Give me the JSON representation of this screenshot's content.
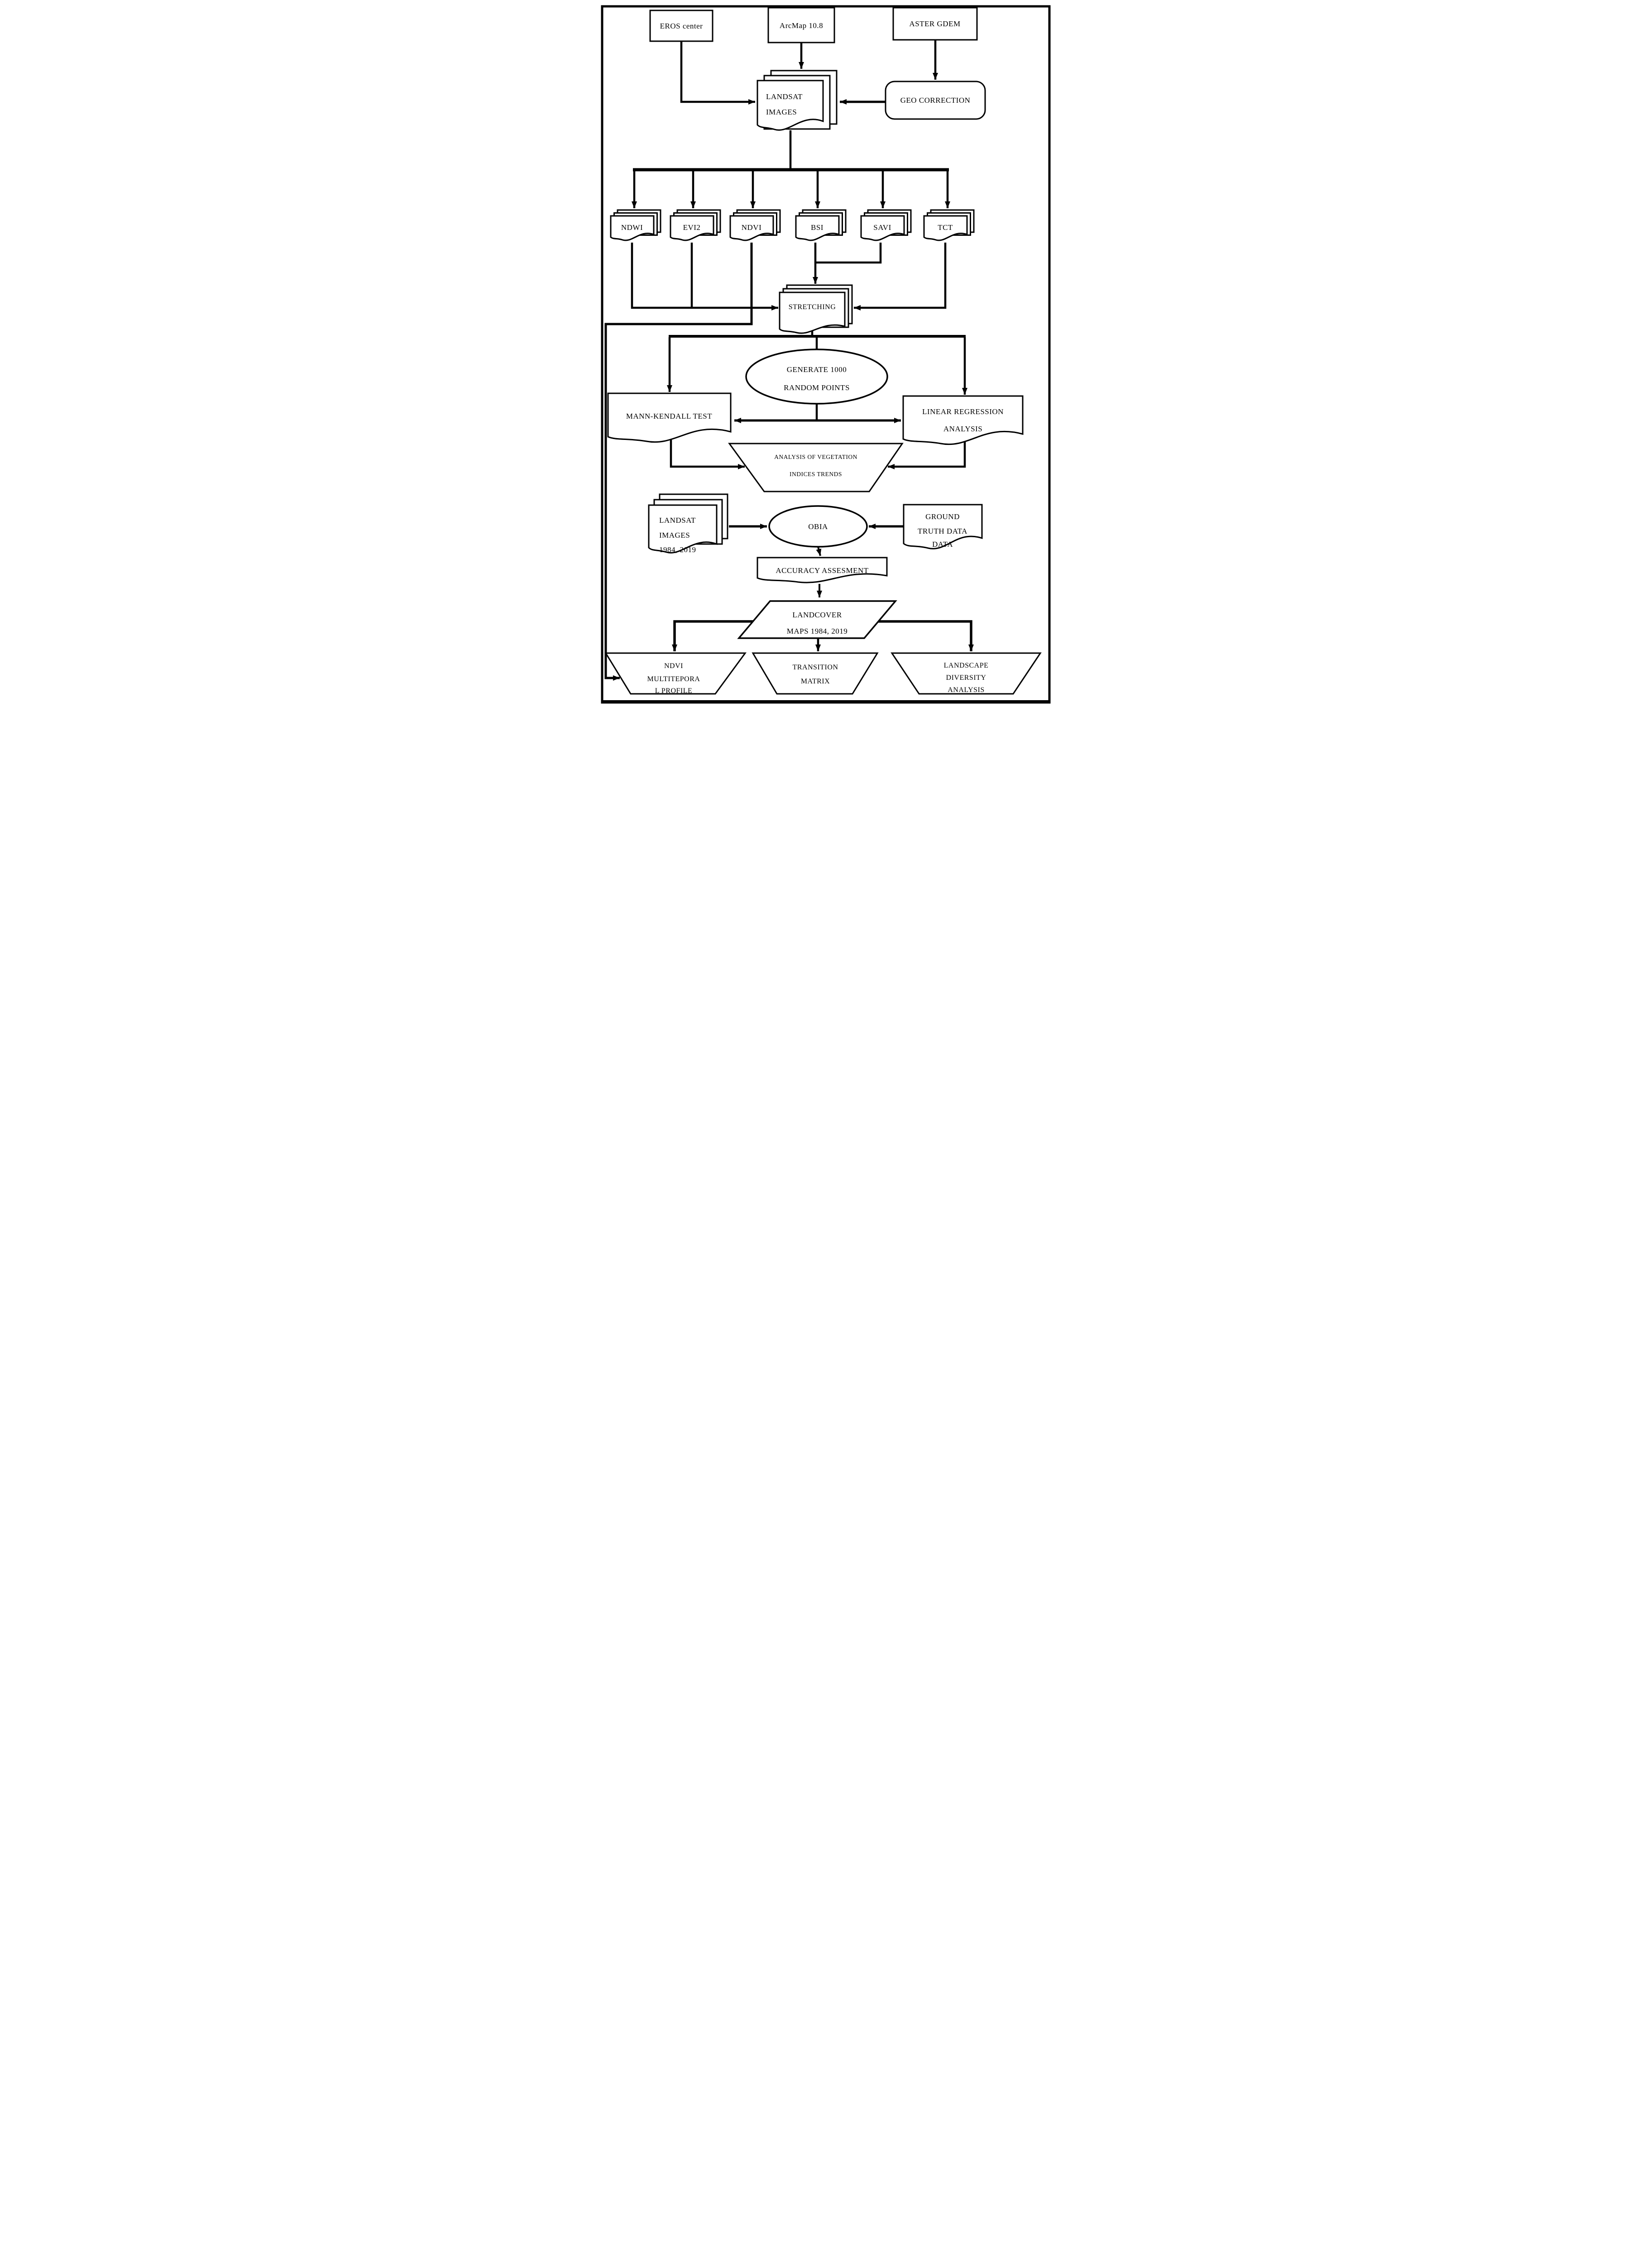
{
  "diagram": {
    "type": "flowchart",
    "colors": {
      "ink": "#000000",
      "paper": "#ffffff"
    },
    "nodes": {
      "eros_center": {
        "shape": "rectangle",
        "label": "EROS center"
      },
      "arcmap": {
        "shape": "rectangle",
        "label": "ArcMap 10.8"
      },
      "aster_gdem": {
        "shape": "rectangle",
        "label": "ASTER GDEM"
      },
      "landsat_images": {
        "shape": "document-stack",
        "line1": "LANDSAT",
        "line2": "IMAGES"
      },
      "geo_correction": {
        "shape": "rounded-rect",
        "label": "GEO CORRECTION"
      },
      "ndwi": {
        "shape": "document-stack",
        "label": "NDWI"
      },
      "evi2": {
        "shape": "document-stack",
        "label": "EVI2"
      },
      "ndvi": {
        "shape": "document-stack",
        "label": "NDVI"
      },
      "bsi": {
        "shape": "document-stack",
        "label": "BSI"
      },
      "savi": {
        "shape": "document-stack",
        "label": "SAVI"
      },
      "tct": {
        "shape": "document-stack",
        "label": "TCT"
      },
      "stretching": {
        "shape": "document-stack",
        "label": "STRETCHING"
      },
      "generate_points": {
        "shape": "ellipse",
        "line1": "GENERATE 1000",
        "line2": "RANDOM POINTS"
      },
      "mann_kendall": {
        "shape": "document",
        "label": "MANN-KENDALL TEST"
      },
      "linear_regression": {
        "shape": "document",
        "line1": "LINEAR REGRESSION",
        "line2": "ANALYSIS"
      },
      "vegetation_trends": {
        "shape": "trapezoid",
        "line1": "ANALYSIS OF VEGETATION",
        "line2": "INDICES TRENDS"
      },
      "landsat_1984_2019": {
        "shape": "document-stack",
        "line1": "LANDSAT",
        "line2": "IMAGES",
        "line3": "1984, 2019"
      },
      "obia": {
        "shape": "ellipse",
        "label": "OBIA"
      },
      "ground_truth": {
        "shape": "document",
        "line1": "GROUND",
        "line2": "TRUTH DATA",
        "line3": "DATA"
      },
      "accuracy_assessment": {
        "shape": "document",
        "label": "ACCURACY ASSESMENT"
      },
      "landcover_maps": {
        "shape": "parallelogram",
        "line1": "LANDCOVER",
        "line2": "MAPS 1984, 2019"
      },
      "ndvi_multitemporal_profile": {
        "shape": "trapezoid",
        "line1": "NDVI",
        "line2": "MULTITEPORA",
        "line3": "L PROFILE"
      },
      "transition_matrix": {
        "shape": "trapezoid",
        "line1": "TRANSITION",
        "line2": "MATRIX"
      },
      "landscape_diversity": {
        "shape": "trapezoid",
        "line1": "LANDSCAPE",
        "line2": "DIVERSITY",
        "line3": "ANALYSIS"
      }
    }
  }
}
